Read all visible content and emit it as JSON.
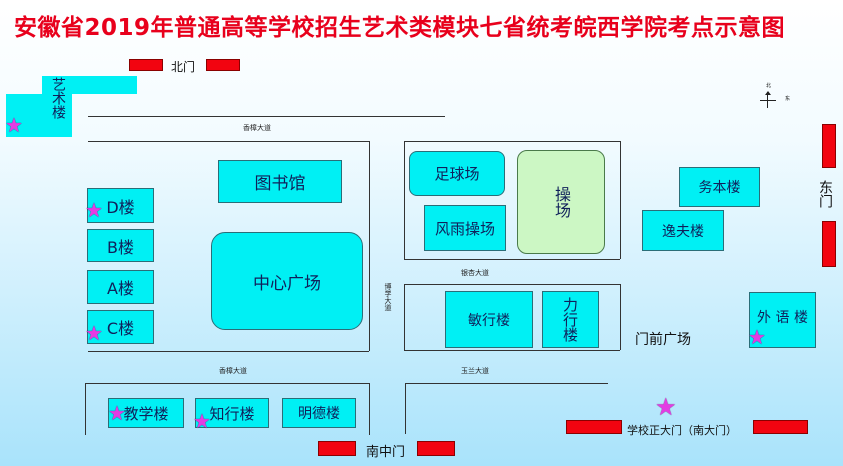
{
  "title": "安徽省2019年普通高等学校招生艺术类模块七省统考皖西学院考点示意图",
  "compass": {
    "north": "北",
    "east": "东"
  },
  "gates": {
    "north": "北门",
    "east": "东门",
    "south_middle": "南中门",
    "main": "学校正大门（南大门）"
  },
  "roads": {
    "xiangzhang_top": "香樟大道",
    "xiangzhang_bottom": "香樟大道",
    "yinxing": "银杏大道",
    "boxue": "博学大道",
    "yulan": "玉兰大道"
  },
  "buildings": {
    "art": "艺术楼",
    "library": "图书馆",
    "central_square": "中心广场",
    "d": "D楼",
    "b": "B楼",
    "a": "A楼",
    "c": "C楼",
    "football": "足球场",
    "playground": "操场",
    "fengyu": "风雨操场",
    "minxing": "敏行楼",
    "lixing": "力行楼",
    "wuben": "务本楼",
    "yifu": "逸夫楼",
    "waiyu": "外 语 楼",
    "jiaoxue": "教学楼",
    "zhixing": "知行楼",
    "mingde": "明德楼"
  },
  "areas": {
    "front_square": "门前广场"
  },
  "exam_site_marker": "★"
}
